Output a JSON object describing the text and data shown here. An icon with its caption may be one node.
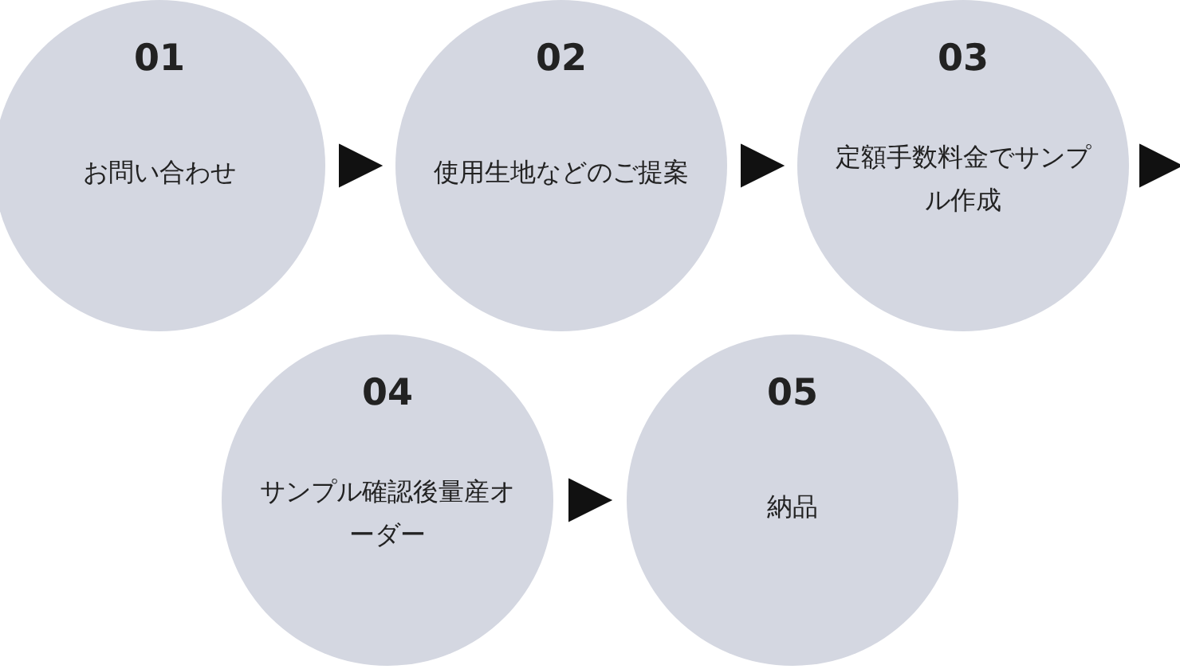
{
  "diagram": {
    "nodes": [
      {
        "text": [
          "01",
          "お問い合わせ"
        ]
      },
      {
        "text": [
          "02",
          "使用生地などのご提案"
        ]
      },
      {
        "text": [
          "03",
          "定額手数料金でサンプル作成"
        ]
      },
      {
        "text": [
          "04",
          "サンプル確認後量産オーダー"
        ]
      },
      {
        "text": [
          "05",
          "納品"
        ]
      }
    ],
    "edges": [
      {
        "from": 0,
        "to": 1,
        "arrow": "to"
      },
      {
        "from": 1,
        "to": 2,
        "arrow": "to"
      },
      {
        "from": 2,
        "to": null,
        "arrow": "to"
      },
      {
        "from": 3,
        "to": 4,
        "arrow": "to"
      }
    ]
  }
}
